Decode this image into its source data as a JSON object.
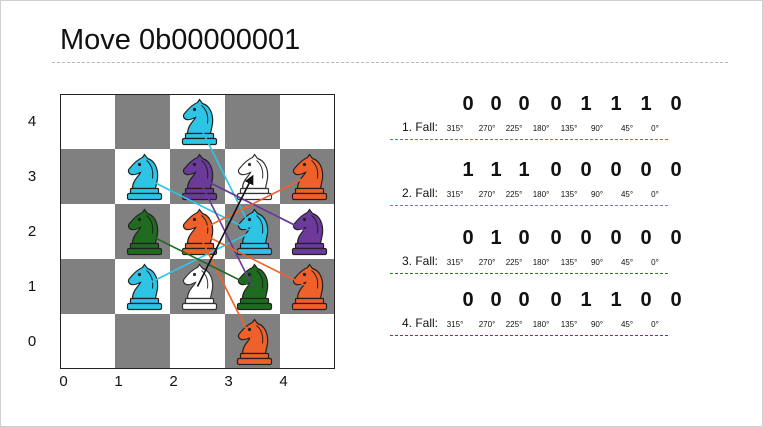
{
  "title": "Move 0b00000001",
  "board": {
    "row_labels": [
      "4",
      "3",
      "2",
      "1",
      "0"
    ],
    "col_labels": [
      "0",
      "1",
      "2",
      "3",
      "4"
    ],
    "colors": {
      "dark": "#808080",
      "light": "#ffffff"
    },
    "pieces": [
      {
        "icon": "knight-icon",
        "color": "#2ec4e6",
        "col": 2,
        "row": 4
      },
      {
        "icon": "knight-icon",
        "color": "#2ec4e6",
        "col": 1,
        "row": 3
      },
      {
        "icon": "knight-icon",
        "color": "#6b3a9a",
        "col": 2,
        "row": 3
      },
      {
        "icon": "knight-icon",
        "color": "#ffffff",
        "col": 3,
        "row": 3
      },
      {
        "icon": "knight-icon",
        "color": "#f0602a",
        "col": 4,
        "row": 3
      },
      {
        "icon": "knight-icon",
        "color": "#1f6b1f",
        "col": 1,
        "row": 2
      },
      {
        "icon": "knight-icon",
        "color": "#f0602a",
        "col": 2,
        "row": 2
      },
      {
        "icon": "knight-icon",
        "color": "#2ec4e6",
        "col": 3,
        "row": 2
      },
      {
        "icon": "knight-icon",
        "color": "#6b3a9a",
        "col": 4,
        "row": 2
      },
      {
        "icon": "knight-icon",
        "color": "#2ec4e6",
        "col": 1,
        "row": 1
      },
      {
        "icon": "knight-icon",
        "color": "#ffffff",
        "col": 2,
        "row": 1
      },
      {
        "icon": "knight-icon",
        "color": "#1f6b1f",
        "col": 3,
        "row": 1
      },
      {
        "icon": "knight-icon",
        "color": "#f0602a",
        "col": 4,
        "row": 1
      },
      {
        "icon": "knight-icon",
        "color": "#f0602a",
        "col": 3,
        "row": 0
      }
    ],
    "lines": [
      {
        "from": [
          2,
          4
        ],
        "to": [
          3,
          2
        ],
        "color": "#2ec4e6",
        "arrow": false
      },
      {
        "from": [
          1,
          3
        ],
        "to": [
          3,
          2
        ],
        "color": "#2ec4e6",
        "arrow": false
      },
      {
        "from": [
          1,
          1
        ],
        "to": [
          3,
          2
        ],
        "color": "#2ec4e6",
        "arrow": false
      },
      {
        "from": [
          2,
          3
        ],
        "to": [
          4,
          2
        ],
        "color": "#6b3a9a",
        "arrow": false
      },
      {
        "from": [
          2,
          3
        ],
        "to": [
          3,
          1
        ],
        "color": "#6b3a9a",
        "arrow": false
      },
      {
        "from": [
          4,
          2
        ],
        "to": [
          2,
          3
        ],
        "color": "#6b3a9a",
        "arrow": false
      },
      {
        "from": [
          4,
          3
        ],
        "to": [
          2,
          2
        ],
        "color": "#f0602a",
        "arrow": false
      },
      {
        "from": [
          4,
          1
        ],
        "to": [
          2,
          2
        ],
        "color": "#f0602a",
        "arrow": false
      },
      {
        "from": [
          3,
          0
        ],
        "to": [
          2,
          2
        ],
        "color": "#f0602a",
        "arrow": false
      },
      {
        "from": [
          1,
          2
        ],
        "to": [
          3,
          1
        ],
        "color": "#1f6b1f",
        "arrow": false
      },
      {
        "from": [
          2,
          1
        ],
        "to": [
          3,
          3
        ],
        "color": "#111111",
        "arrow": true
      }
    ]
  },
  "degree_labels": [
    "315°",
    "270°",
    "225°",
    "180°",
    "135°",
    "90°",
    "45°",
    "0°"
  ],
  "cases": [
    {
      "label": "1. Fall:",
      "bits": [
        "0",
        "0",
        "0",
        "0",
        "1",
        "1",
        "1",
        "0"
      ],
      "rule_color": "#3a7fc4"
    },
    {
      "label": "2. Fall:",
      "bits": [
        "1",
        "1",
        "1",
        "0",
        "0",
        "0",
        "0",
        "0"
      ],
      "rule_color": "#2aa6a6"
    },
    {
      "label": "3. Fall:",
      "bits": [
        "0",
        "1",
        "0",
        "0",
        "0",
        "0",
        "0",
        "0"
      ],
      "rule_color": "#2d7a2d"
    },
    {
      "label": "4. Fall:",
      "bits": [
        "0",
        "0",
        "0",
        "0",
        "1",
        "1",
        "0",
        "0"
      ],
      "rule_color": "#8a2a7a"
    }
  ]
}
